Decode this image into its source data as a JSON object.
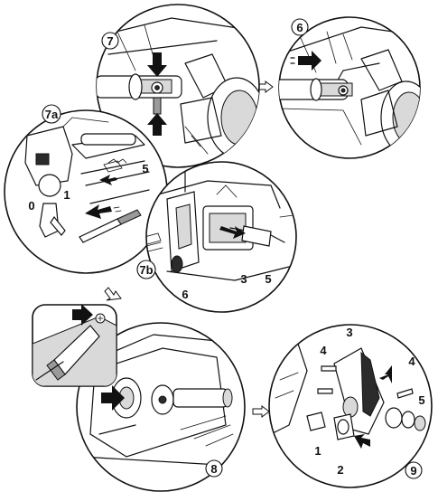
{
  "panels": {
    "p6": {
      "badge": "6"
    },
    "p7": {
      "badge": "7"
    },
    "p7a": {
      "badge": "7a",
      "labels": {
        "a": "5",
        "b": "1",
        "c": "0"
      }
    },
    "p7b": {
      "badge": "7b",
      "labels": {
        "a": "3",
        "b": "5",
        "c": "6"
      }
    },
    "p8": {
      "badge": "8"
    },
    "p9": {
      "badge": "9",
      "labels": {
        "a": "3",
        "b": "4",
        "c": "4",
        "d": "5",
        "e": "1",
        "f": "2"
      }
    }
  },
  "colors": {
    "ink": "#111111",
    "shade": "#9a9a9a",
    "paper": "#ffffff"
  },
  "icons": [
    "arrow-filled",
    "arrow-dashed",
    "arrow-outline",
    "screw",
    "key",
    "lock-cylinder",
    "steering-column"
  ]
}
